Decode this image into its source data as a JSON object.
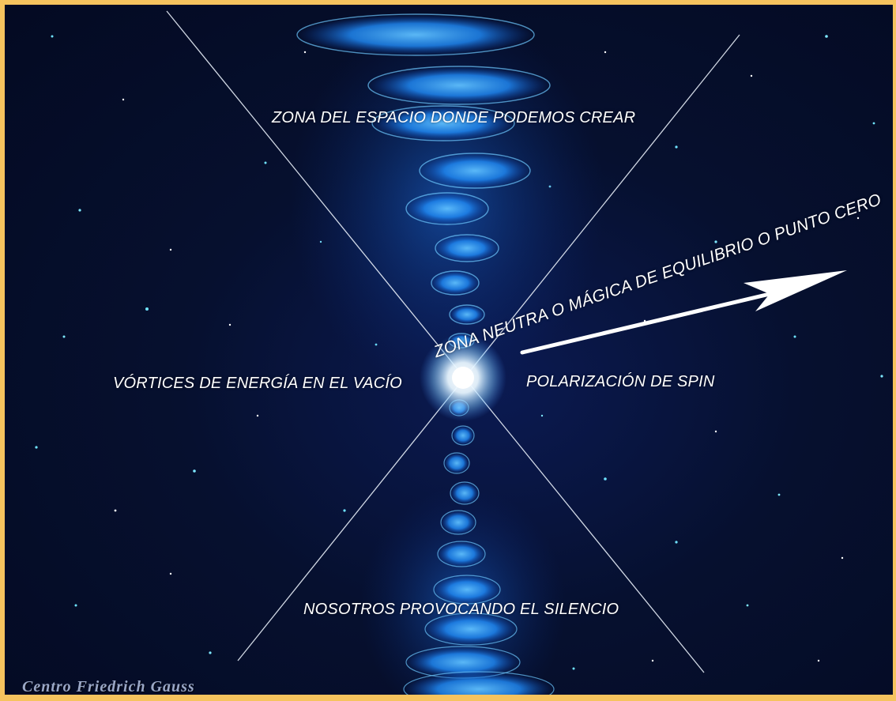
{
  "labels": {
    "top_zone": "ZONA DEL ESPACIO DONDE PODEMOS CREAR",
    "neutral_zone": "ZONA NEUTRA O MÁGICA DE EQUILIBRIO O PUNTO CERO",
    "left_vortices": "VÓRTICES  DE ENERGÍA EN EL VACÍO",
    "right_polarization": "POLARIZACIÓN  DE  SPIN",
    "bottom_silence": "NOSOTROS  PROVOCANDO  EL SILENCIO"
  },
  "signature": "Centro Friedrich Gauss",
  "colors": {
    "frame": "#f6c35e",
    "space": "#06102f",
    "vortex": "#2f9dff",
    "vortex_core": "#8fd4ff",
    "lines": "#ffffff"
  },
  "icons": [
    "arrow-right-icon",
    "bright-center-icon",
    "star-icon"
  ]
}
